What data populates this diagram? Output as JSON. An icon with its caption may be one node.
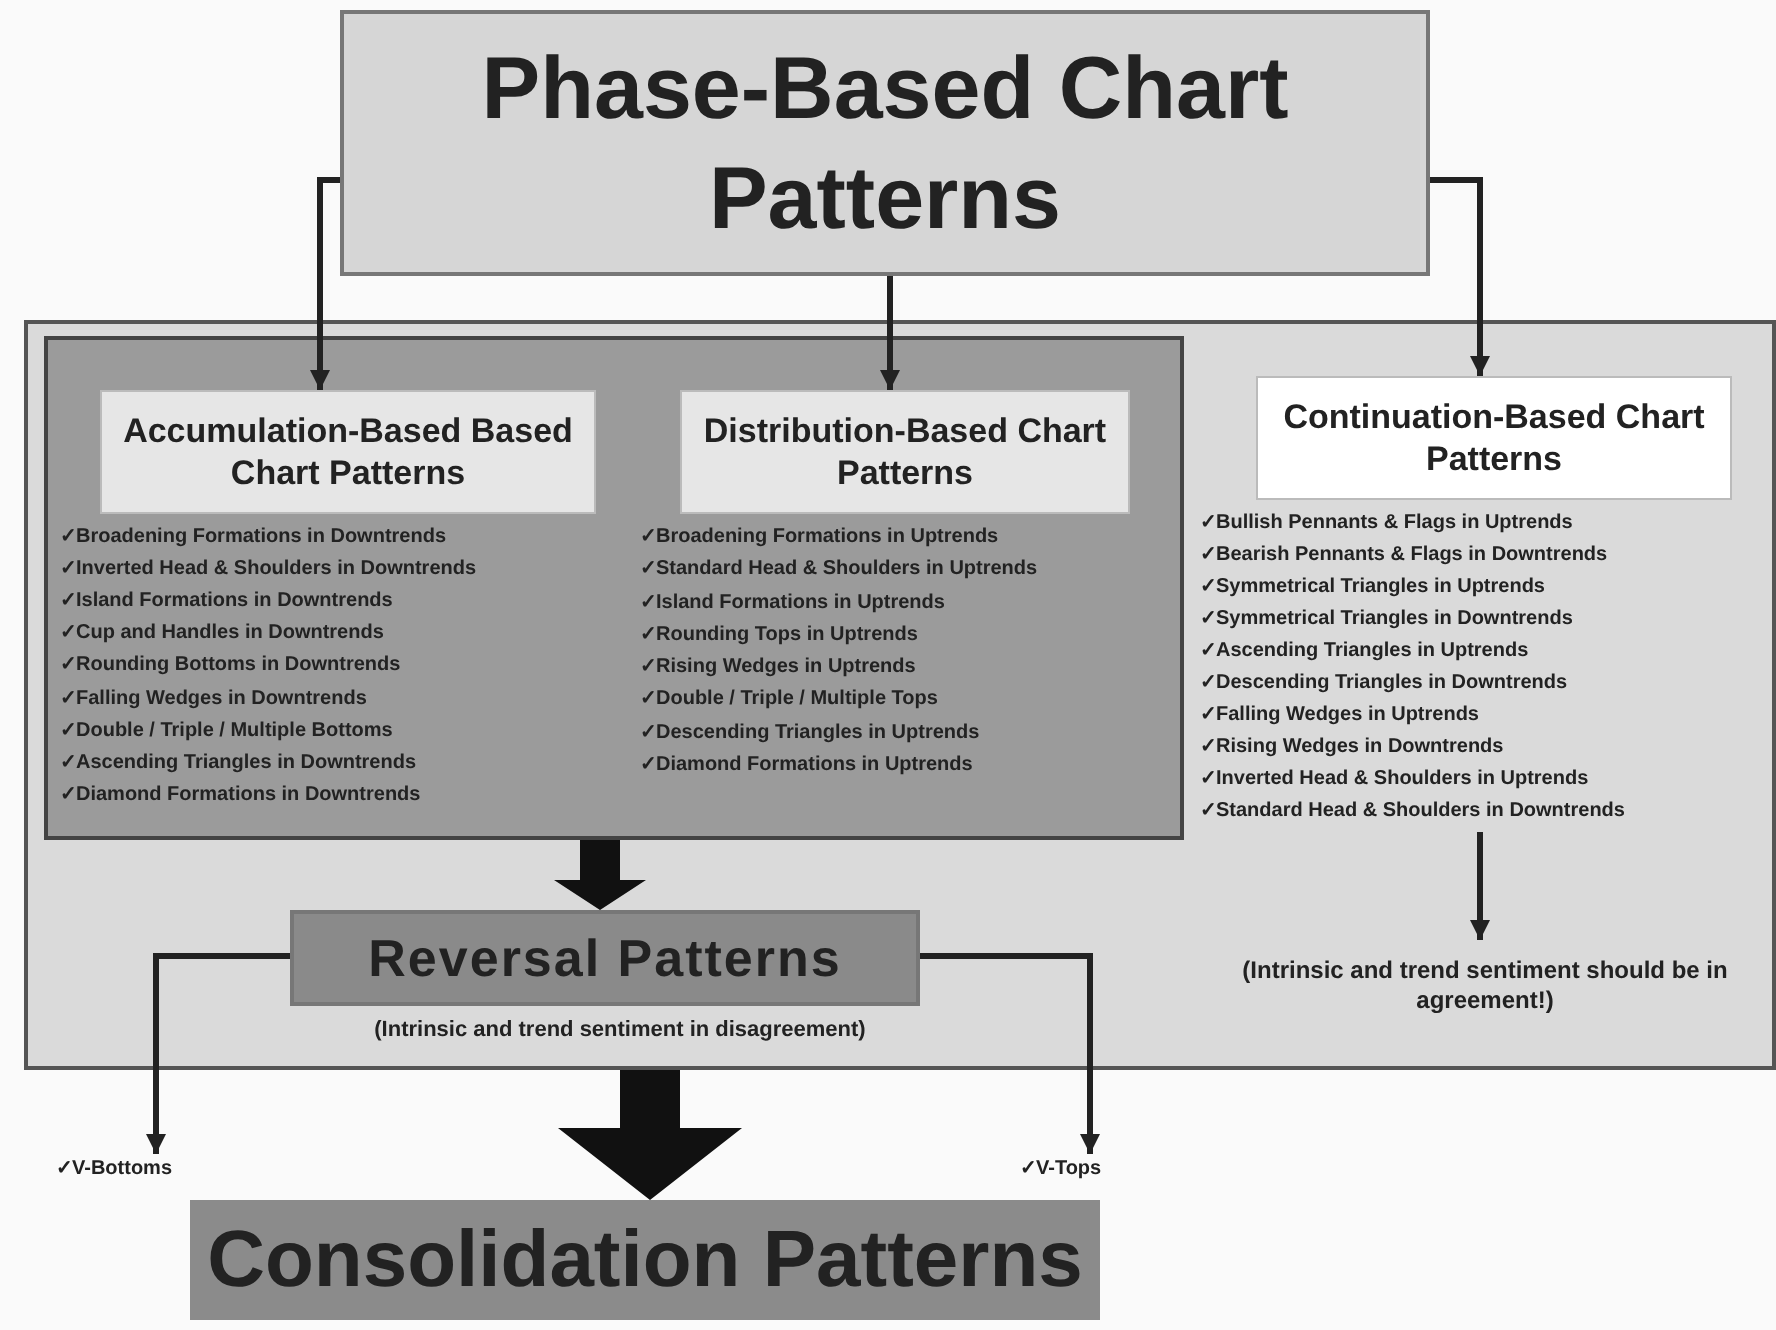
{
  "diagram": {
    "nodes": [
      {
        "text": [
          "Phase-Based Chart Patterns"
        ]
      },
      {
        "text": [],
        "shape": "box"
      },
      {
        "text": [],
        "shape": "box",
        "in": 1
      },
      {
        "text": [
          "Accumulation-Based Based Chart Patterns"
        ],
        "in": 2
      },
      {
        "text": [
          "✓Broadening Formations in Downtrends",
          "✓Inverted Head & Shoulders in Downtrends",
          "✓Island Formations in Downtrends",
          "✓Cup and Handles in Downtrends",
          "✓Rounding Bottoms in Downtrends",
          "✓Falling Wedges in Downtrends",
          "✓Double / Triple / Multiple Bottoms",
          "✓Ascending Triangles in Downtrends",
          "✓Diamond Formations in Downtrends"
        ],
        "in": 2
      },
      {
        "text": [
          "Distribution-Based Chart Patterns"
        ],
        "in": 2
      },
      {
        "text": [
          "✓Broadening Formations in Uptrends",
          "✓Standard Head & Shoulders in Uptrends",
          "✓Island Formations in Uptrends",
          "✓Rounding Tops in Uptrends",
          "✓Rising Wedges in Uptrends",
          "✓Double / Triple / Multiple Tops",
          "✓Descending Triangles in Uptrends",
          "✓Diamond Formations in Uptrends"
        ],
        "in": 2
      },
      {
        "text": [
          "Continuation-Based Chart Patterns"
        ],
        "in": 1
      },
      {
        "text": [
          "✓Bullish Pennants & Flags in Uptrends",
          "✓Bearish Pennants & Flags in Downtrends",
          "✓Symmetrical Triangles in Uptrends",
          "✓Symmetrical Triangles in Downtrends",
          "✓Ascending Triangles in Uptrends",
          "✓Descending Triangles in Downtrends",
          "✓Falling Wedges in Uptrends",
          "✓Rising Wedges in Downtrends",
          "✓Inverted Head & Shoulders in Uptrends",
          "✓Standard Head & Shoulders in Downtrends"
        ],
        "in": 1
      },
      {
        "text": [
          "(Intrinsic and trend sentiment should be in agreement!)"
        ],
        "in": 1
      },
      {
        "text": [
          "Reversal Patterns"
        ],
        "beside": [
          "(Intrinsic and trend sentiment in disagreement)"
        ],
        "in": 1
      },
      {
        "text": [
          "✓V-Bottoms"
        ]
      },
      {
        "text": [
          "✓V-Tops"
        ]
      },
      {
        "text": [
          "Consolidation Patterns"
        ]
      }
    ],
    "edges": [
      {
        "from": 0,
        "to": 3,
        "arrow": "to"
      },
      {
        "from": 0,
        "to": 5,
        "arrow": "to"
      },
      {
        "from": 0,
        "to": 7,
        "arrow": "to"
      },
      {
        "from": 8,
        "to": 9,
        "arrow": "to"
      },
      {
        "from": 2,
        "to": 10,
        "arrow": "to",
        "style": "thick"
      },
      {
        "from": 10,
        "to": 11,
        "arrow": "to"
      },
      {
        "from": 10,
        "to": 12,
        "arrow": "to"
      },
      {
        "from": 1,
        "to": 13,
        "arrow": "to",
        "style": "thick"
      }
    ]
  }
}
